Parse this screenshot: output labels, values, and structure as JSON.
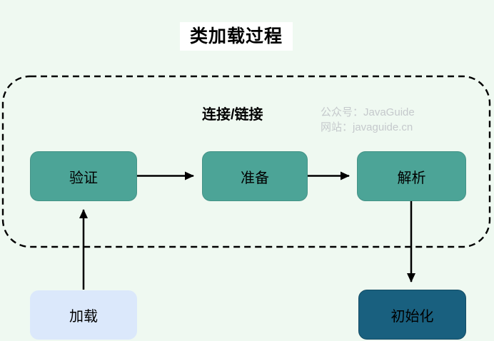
{
  "title": "类加载过程",
  "container": {
    "label": "连接/链接"
  },
  "watermark": {
    "line1": "公众号：JavaGuide",
    "line2": "网站：javaguide.cn"
  },
  "nodes": {
    "load": {
      "label": "加载"
    },
    "verify": {
      "label": "验证"
    },
    "prepare": {
      "label": "准备"
    },
    "resolve": {
      "label": "解析"
    },
    "init": {
      "label": "初始化"
    }
  },
  "edges": [
    {
      "from": "load",
      "to": "verify"
    },
    {
      "from": "verify",
      "to": "prepare"
    },
    {
      "from": "prepare",
      "to": "resolve"
    },
    {
      "from": "resolve",
      "to": "init"
    }
  ],
  "colors": {
    "background": "#eff9f1",
    "teal_node": "#4ca497",
    "light_blue_node": "#dbe8fb",
    "dark_blue_node": "#19607f",
    "watermark_text": "#c5c9cc",
    "line": "#000000",
    "title_background": "#ffffff"
  }
}
